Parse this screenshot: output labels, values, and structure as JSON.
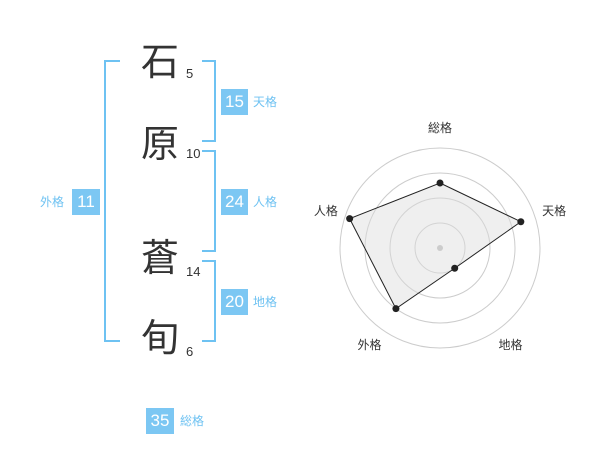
{
  "name": {
    "chars": [
      {
        "char": "石",
        "strokes": "5"
      },
      {
        "char": "原",
        "strokes": "10"
      },
      {
        "char": "蒼",
        "strokes": "14"
      },
      {
        "char": "旬",
        "strokes": "6"
      }
    ]
  },
  "fortunes": {
    "tenkaku": {
      "value": "15",
      "label": "天格"
    },
    "jinkaku": {
      "value": "24",
      "label": "人格"
    },
    "chikaku": {
      "value": "20",
      "label": "地格"
    },
    "gaikaku": {
      "value": "11",
      "label": "外格"
    },
    "soukaku": {
      "value": "35",
      "label": "総格"
    }
  },
  "colors": {
    "accent": "#7cc7f3",
    "bracket": "#6ec2f2",
    "text": "#333333"
  },
  "chart_data": {
    "type": "radar",
    "axes": [
      "総格",
      "天格",
      "地格",
      "外格",
      "人格"
    ],
    "values": [
      0.65,
      0.85,
      0.25,
      0.75,
      0.95
    ],
    "rings": 4,
    "range": [
      0,
      1
    ]
  }
}
